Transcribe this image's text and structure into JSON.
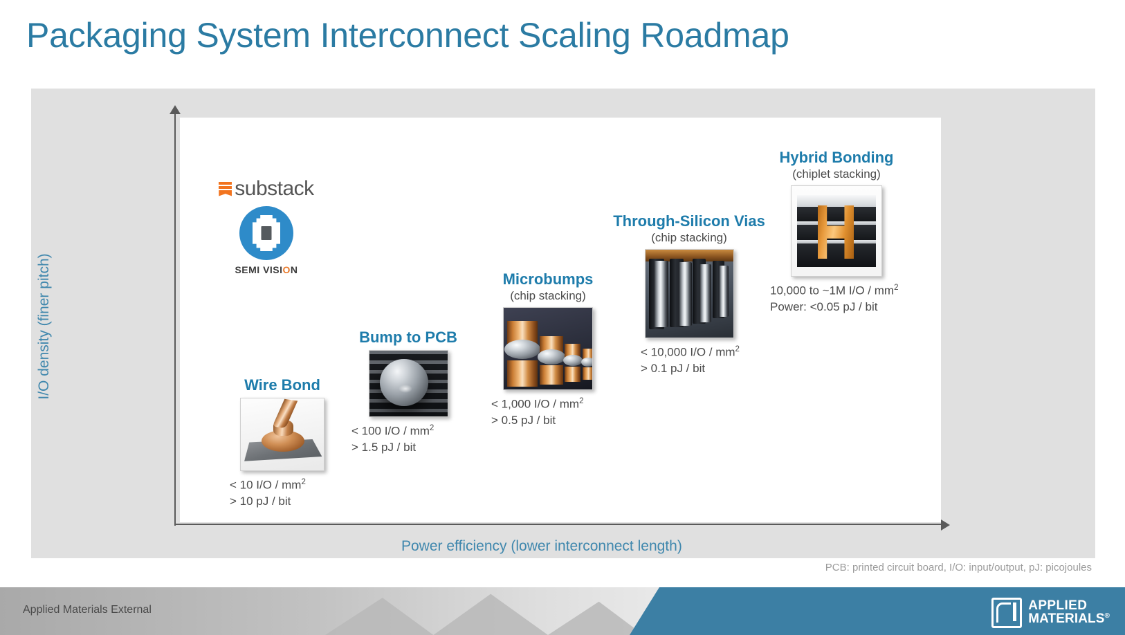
{
  "slide": {
    "title": "Packaging System Interconnect Scaling Roadmap",
    "footnote": "PCB: printed circuit board, I/O: input/output, pJ: picojoules",
    "accent_color": "#2b7ba3",
    "node_title_color": "#1e7cab",
    "axis_label_color": "#3f87ad"
  },
  "chart_data": {
    "type": "scatter",
    "title": "Packaging System Interconnect Scaling Roadmap",
    "xlabel": "Power efficiency (lower interconnect length)",
    "ylabel": "I/O density (finer pitch)",
    "grid": false,
    "legend": "none",
    "axis_arrows": true,
    "categories": [
      "Wire Bond",
      "Bump to PCB",
      "Microbumps",
      "Through-Silicon Vias",
      "Hybrid Bonding"
    ],
    "points": [
      {
        "name": "Wire Bond",
        "subtitle": "",
        "x": 1,
        "y": 1,
        "io_density": "< 10 I/O / mm2",
        "energy": "> 10 pJ / bit",
        "specs": [
          "< 10 I/O / mm",
          "> 10 pJ / bit"
        ],
        "spec_sup": "2",
        "image": "wire-bond-illustration"
      },
      {
        "name": "Bump to PCB",
        "subtitle": "",
        "x": 2,
        "y": 2,
        "io_density": "< 100 I/O / mm2",
        "energy": "> 1.5 pJ / bit",
        "specs": [
          "< 100 I/O / mm",
          "> 1.5 pJ / bit"
        ],
        "spec_sup": "2",
        "image": "solder-bump-illustration"
      },
      {
        "name": "Microbumps",
        "subtitle": "(chip stacking)",
        "x": 3,
        "y": 3,
        "io_density": "< 1,000 I/O / mm2",
        "energy": "> 0.5 pJ / bit",
        "specs": [
          "< 1,000 I/O / mm",
          "> 0.5 pJ / bit"
        ],
        "spec_sup": "2",
        "image": "microbumps-illustration"
      },
      {
        "name": "Through-Silicon Vias",
        "subtitle": "(chip stacking)",
        "x": 4,
        "y": 4,
        "io_density": "< 10,000 I/O / mm2",
        "energy": "> 0.1 pJ / bit",
        "specs": [
          "< 10,000 I/O / mm",
          "> 0.1 pJ / bit"
        ],
        "spec_sup": "2",
        "image": "tsv-illustration"
      },
      {
        "name": "Hybrid Bonding",
        "subtitle": "(chiplet stacking)",
        "x": 5,
        "y": 5,
        "io_density": "10,000 to ~1M I/O / mm2",
        "energy": "Power: <0.05 pJ / bit",
        "specs": [
          "10,000 to ~1M I/O / mm",
          "Power: <0.05 pJ / bit"
        ],
        "spec_sup": "2",
        "image": "hybrid-bonding-illustration"
      }
    ]
  },
  "watermark": {
    "substack_word": "substack",
    "semivision_pre": "SEMI VISI",
    "semivision_o": "O",
    "semivision_post": "N",
    "substack_color": "#f2741f",
    "badge_color": "#2e8bc9"
  },
  "footer": {
    "classification": "Applied Materials External",
    "logo_line1": "APPLIED",
    "logo_line2": "MATERIALS",
    "logo_registered": "®",
    "bar_color": "#3c7fa4"
  }
}
